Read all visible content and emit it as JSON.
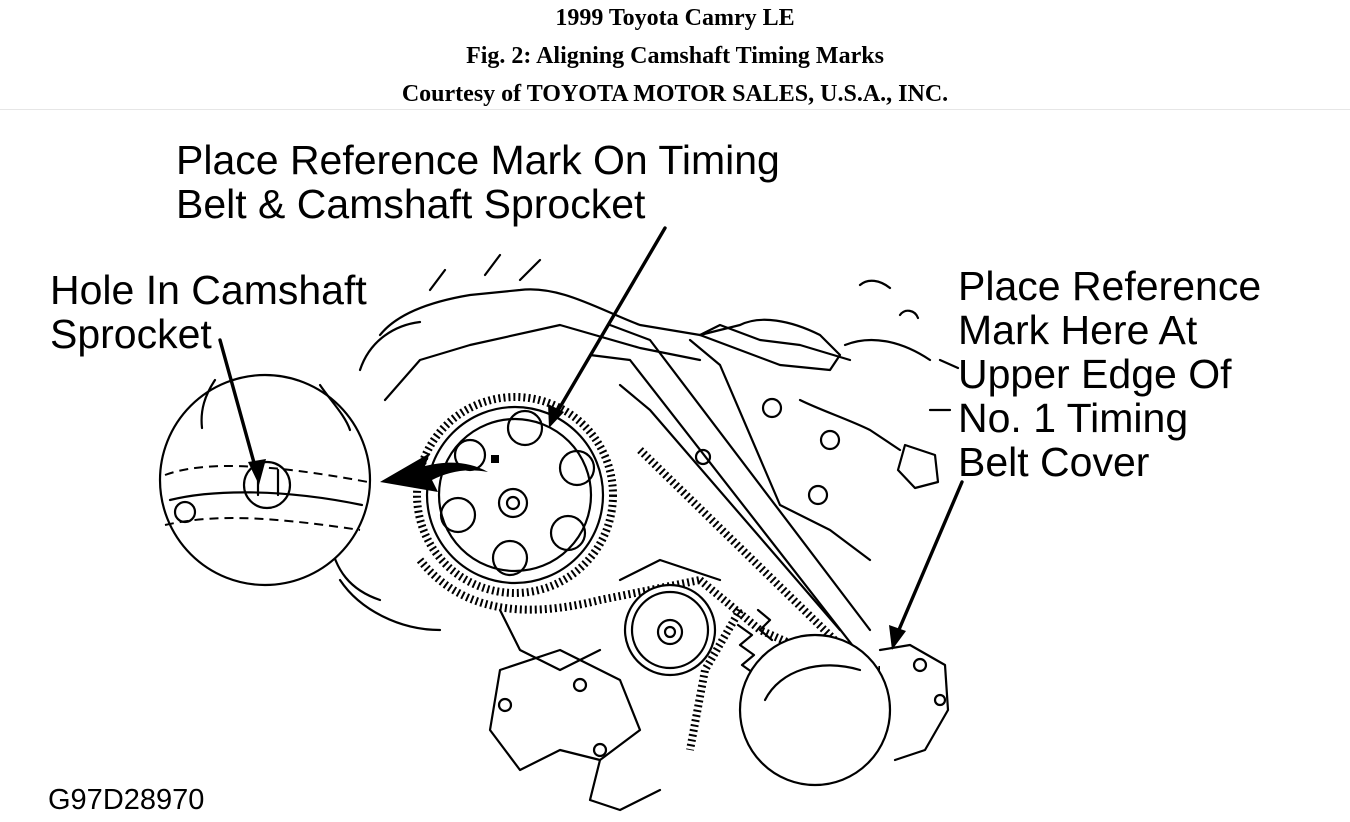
{
  "header": {
    "line1": "1999 Toyota Camry LE",
    "line2": "Fig. 2: Aligning Camshaft Timing Marks",
    "line3": "Courtesy of TOYOTA MOTOR SALES, U.S.A., INC."
  },
  "callouts": {
    "reference_mark_top": [
      "Place Reference Mark On Timing",
      "Belt & Camshaft Sprocket"
    ],
    "hole_in_sprocket": [
      "Hole In Camshaft",
      "Sprocket"
    ],
    "reference_mark_right": [
      "Place Reference",
      "Mark Here At",
      "Upper Edge Of",
      "No. 1 Timing",
      "Belt Cover"
    ]
  },
  "figure_code": "G97D28970"
}
